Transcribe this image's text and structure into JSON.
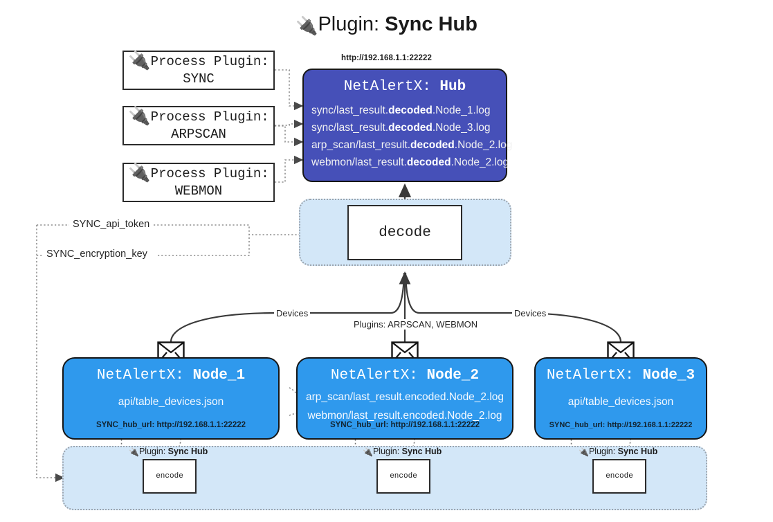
{
  "title": {
    "icon": "plug-icon",
    "prefix": "Plugin: ",
    "name": "Sync Hub",
    "glyph": "🔌"
  },
  "process_plugins": [
    {
      "icon": "plug-icon",
      "line1": "Process Plugin:",
      "line2": "SYNC"
    },
    {
      "icon": "plug-icon",
      "line1": "Process Plugin:",
      "line2": "ARPSCAN"
    },
    {
      "icon": "plug-icon",
      "line1": "Process Plugin:",
      "line2": "WEBMON"
    }
  ],
  "hub": {
    "url": "http://192.168.1.1:22222",
    "title_prefix": "NetAlertX: ",
    "title_name": "Hub",
    "color": "#4650b8",
    "lines": [
      {
        "pre": "sync/last_result.",
        "mid": "decoded",
        "post": ".Node_1.log"
      },
      {
        "pre": "sync/last_result.",
        "mid": "decoded",
        "post": ".Node_3.log"
      },
      {
        "pre": "arp_scan/last_result.",
        "mid": "decoded",
        "post": ".Node_2.log"
      },
      {
        "pre": "webmon/last_result.",
        "mid": "decoded",
        "post": ".Node_2.log"
      }
    ]
  },
  "secrets": [
    {
      "label": "SYNC_api_token"
    },
    {
      "label": "SYNC_encryption_key"
    }
  ],
  "decode": {
    "label": "decode",
    "container_color": "#d3e7f8"
  },
  "edge_labels": {
    "devices_left": "Devices",
    "devices_right": "Devices",
    "plugins_center": "Plugins: ARPSCAN, WEBMON"
  },
  "nodes": [
    {
      "icon": "envelope-icon",
      "title_prefix": "NetAlertX: ",
      "title_name": "Node_1",
      "lines": [
        "api/table_devices.json"
      ],
      "url_key": "SYNC_hub_url: ",
      "url_value": "http://192.168.1.1:22222",
      "color": "#2f99ed"
    },
    {
      "icon": "envelope-icon",
      "title_prefix": "NetAlertX: ",
      "title_name": "Node_2",
      "lines": [
        "arp_scan/last_result.encoded.Node_2.log",
        "webmon/last_result.encoded.Node_2.log"
      ],
      "url_key": "SYNC_hub_url: ",
      "url_value": "http://192.168.1.1:22222",
      "color": "#2f99ed"
    },
    {
      "icon": "envelope-icon",
      "title_prefix": "NetAlertX: ",
      "title_name": "Node_3",
      "lines": [
        "api/table_devices.json"
      ],
      "url_key": "SYNC_hub_url: ",
      "url_value": "http://192.168.1.1:22222",
      "color": "#2f99ed"
    }
  ],
  "encoders": [
    {
      "icon": "plug-icon",
      "label_prefix": "Plugin: ",
      "label_name": "Sync Hub",
      "box_label": "encode"
    },
    {
      "icon": "plug-icon",
      "label_prefix": "Plugin: ",
      "label_name": "Sync Hub",
      "box_label": "encode"
    },
    {
      "icon": "plug-icon",
      "label_prefix": "Plugin: ",
      "label_name": "Sync Hub",
      "box_label": "encode"
    }
  ]
}
